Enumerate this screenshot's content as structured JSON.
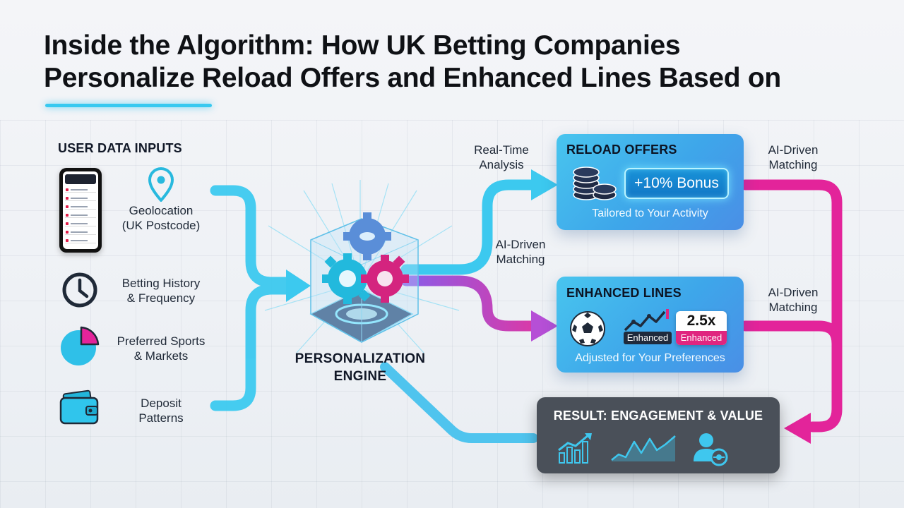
{
  "title": {
    "line1": "Inside the Algorithm: How UK Betting Companies",
    "line2": "Personalize Reload Offers and Enhanced Lines Based on"
  },
  "inputs": {
    "heading": "USER DATA INPUTS",
    "items": [
      {
        "icon": "phone-app-icon",
        "label": ""
      },
      {
        "icon": "location-pin-icon",
        "label": "Geolocation\n(UK Postcode)"
      },
      {
        "icon": "clock-icon",
        "label": "Betting History\n& Frequency"
      },
      {
        "icon": "pie-chart-icon",
        "label": "Preferred Sports\n& Markets"
      },
      {
        "icon": "wallet-icon",
        "label": "Deposit\nPatterns"
      }
    ]
  },
  "engine": {
    "icon": "gears-cube-icon",
    "label": "PERSONALIZATION\nENGINE"
  },
  "flow_labels": {
    "realtime": "Real-Time\nAnalysis",
    "ai_center": "AI-Driven\nMatching",
    "ai_top_right": "AI-Driven\nMatching",
    "ai_mid_right": "AI-Driven\nMatching"
  },
  "reload": {
    "title": "RELOAD OFFERS",
    "bonus": "+10% Bonus",
    "subtitle": "Tailored to Your Activity",
    "icon": "poker-chips-icon"
  },
  "enhanced": {
    "title": "ENHANCED LINES",
    "enhanced_tag": "Enhanced",
    "boost_value": "2.5x",
    "boost_tag": "Enhanced",
    "subtitle": "Adjusted for Your Preferences",
    "icons": [
      "soccer-ball-icon",
      "trend-chart-icon"
    ]
  },
  "result": {
    "title": "RESULT: ENGAGEMENT & VALUE",
    "icons": [
      "growth-bars-icon",
      "area-wave-icon",
      "user-gear-icon"
    ]
  },
  "colors": {
    "cyan": "#35c6ec",
    "magenta": "#e3249a",
    "purple": "#9a57e8",
    "card_blue": "#3ea6ea",
    "result_bg": "#4a5059"
  }
}
